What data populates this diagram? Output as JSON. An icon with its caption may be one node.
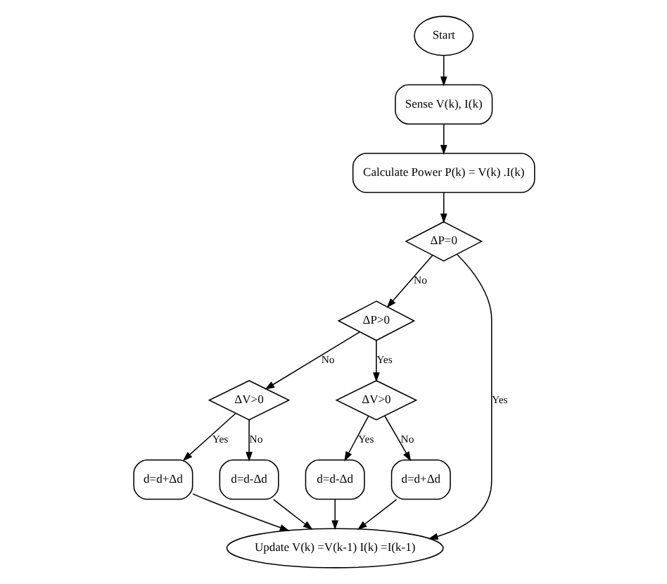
{
  "diagram": {
    "nodes": [
      {
        "text": [
          "Start"
        ]
      },
      {
        "text": [
          "Sense V(k), I(k)"
        ]
      },
      {
        "text": [
          "Calculate Power P(k) = V(k) .I(k)"
        ]
      },
      {
        "text": [
          "ΔP=0"
        ]
      },
      {
        "text": [
          "ΔP>0"
        ]
      },
      {
        "text": [
          "ΔV>0"
        ]
      },
      {
        "text": [
          "ΔV>0"
        ]
      },
      {
        "text": [
          "d=d+Δd"
        ]
      },
      {
        "text": [
          "d=d-Δd"
        ]
      },
      {
        "text": [
          "d=d-Δd"
        ]
      },
      {
        "text": [
          "d=d+Δd"
        ]
      },
      {
        "text": [
          "Update V(k) =V(k-1) I(k) =I(k-1)"
        ]
      }
    ],
    "edges": [
      {
        "from": 0,
        "to": 1,
        "arrow": "to"
      },
      {
        "from": 1,
        "to": 2,
        "arrow": "to"
      },
      {
        "from": 2,
        "to": 3,
        "arrow": "to"
      },
      {
        "from": 3,
        "to": 11,
        "arrow": "to",
        "label": "Yes"
      },
      {
        "from": 3,
        "to": 4,
        "arrow": "to",
        "label": "No"
      },
      {
        "from": 4,
        "to": 5,
        "arrow": "to",
        "label": "No"
      },
      {
        "from": 4,
        "to": 6,
        "arrow": "to",
        "label": "Yes"
      },
      {
        "from": 5,
        "to": 7,
        "arrow": "to",
        "label": "Yes"
      },
      {
        "from": 5,
        "to": 8,
        "arrow": "to",
        "label": "No"
      },
      {
        "from": 6,
        "to": 9,
        "arrow": "to",
        "label": "Yes"
      },
      {
        "from": 6,
        "to": 10,
        "arrow": "to",
        "label": "No"
      },
      {
        "from": 7,
        "to": 11,
        "arrow": "to"
      },
      {
        "from": 8,
        "to": 11,
        "arrow": "to"
      },
      {
        "from": 9,
        "to": 11,
        "arrow": "to"
      },
      {
        "from": 10,
        "to": 11,
        "arrow": "to"
      }
    ]
  }
}
